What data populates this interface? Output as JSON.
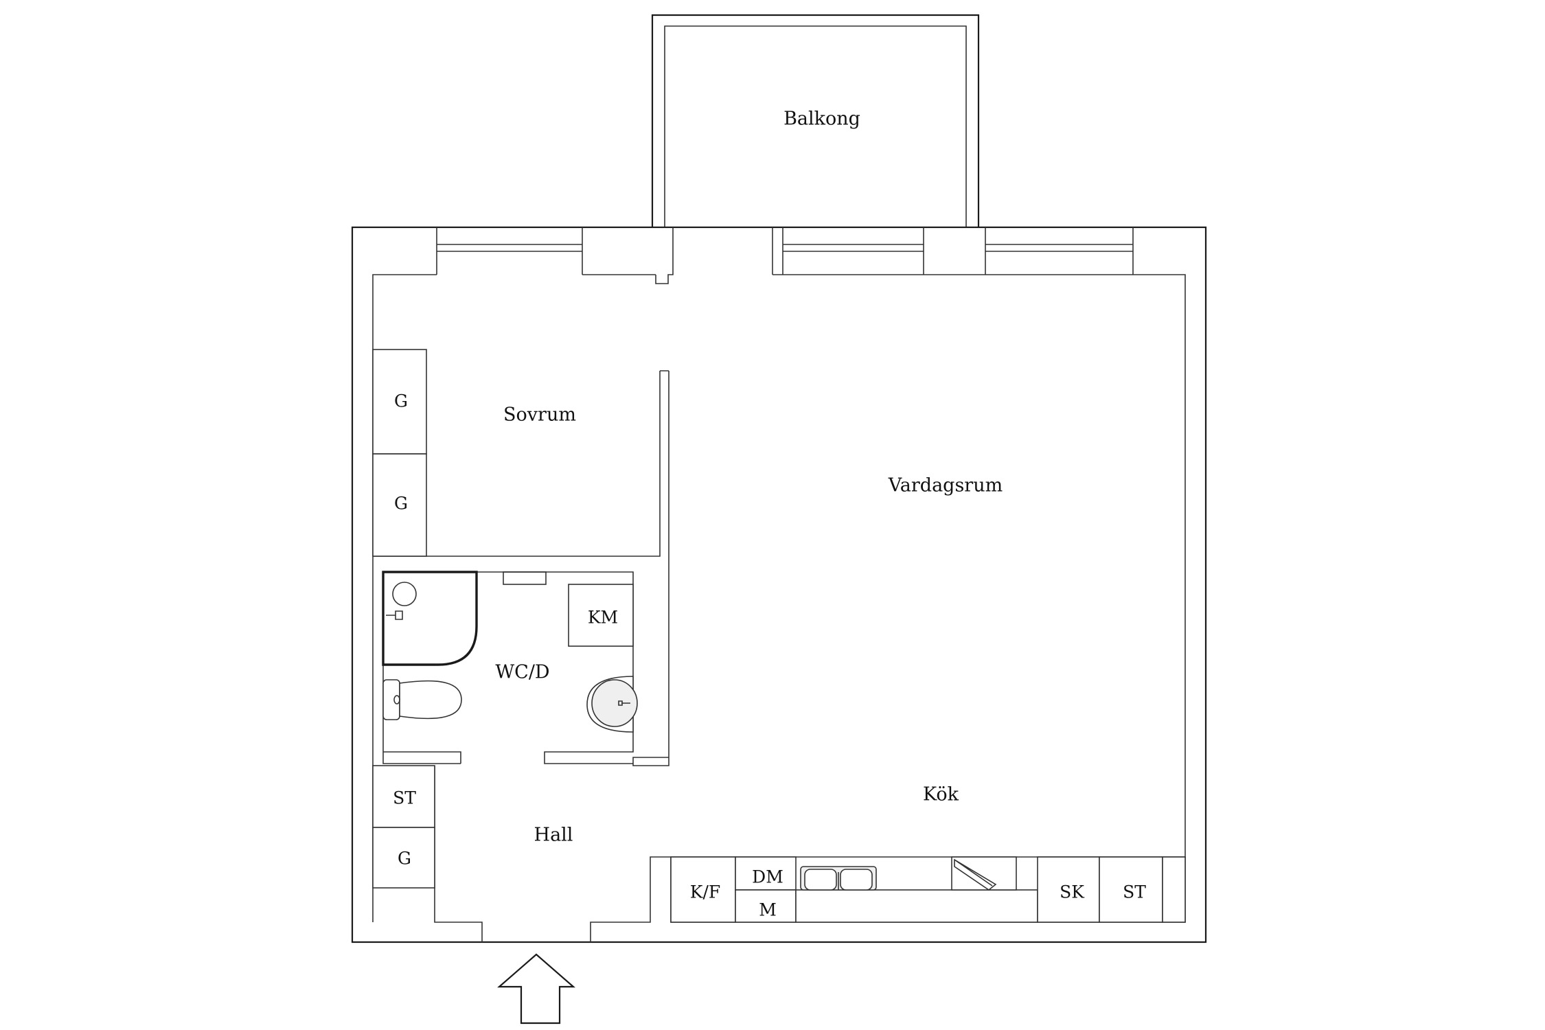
{
  "rooms": {
    "balcony": "Balkong",
    "bedroom": "Sovrum",
    "living_room": "Vardagsrum",
    "bathroom": "WC/D",
    "hall": "Hall",
    "kitchen": "Kök"
  },
  "fixtures": {
    "wardrobe_1": "G",
    "wardrobe_2": "G",
    "wardrobe_hall": "G",
    "washing_machine": "KM",
    "storage_hall": "ST",
    "fridge_freezer": "K/F",
    "dishwasher": "DM",
    "microwave": "M",
    "broom_closet": "SK",
    "storage_kitchen": "ST"
  },
  "icons": {
    "entrance": "entrance-arrow-icon"
  }
}
